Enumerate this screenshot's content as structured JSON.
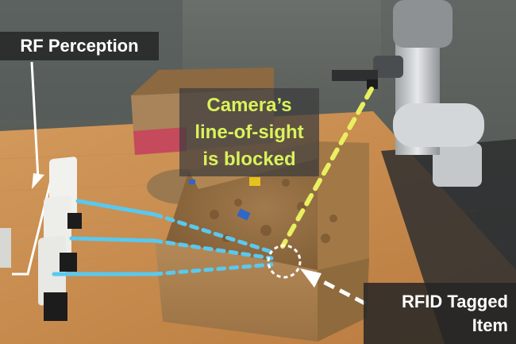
{
  "annotations": {
    "rf_perception": "RF Perception",
    "camera_line1": "Camera’s",
    "camera_line2": "line-of-sight",
    "camera_line3": "is blocked",
    "rfid_line1": "RFID Tagged",
    "rfid_line2": "Item"
  },
  "colors": {
    "rf_ray": "#5ac8ee",
    "camera_ray": "#e8f060",
    "camera_text": "#d9f25c",
    "label_text": "#ffffff",
    "label_bg": "#262626"
  }
}
